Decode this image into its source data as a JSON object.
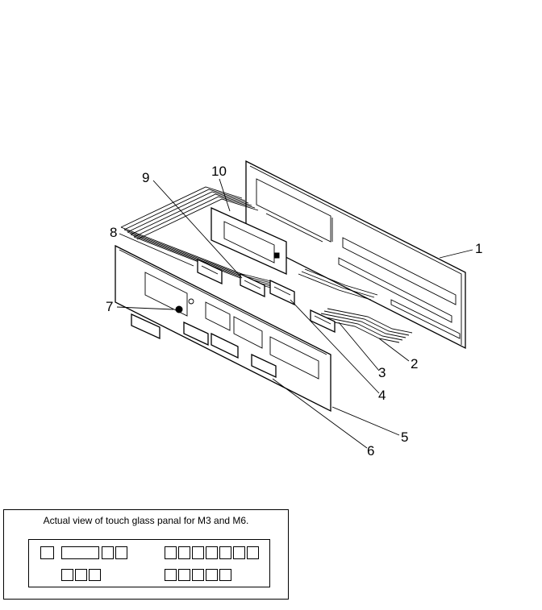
{
  "diagram": {
    "callouts": [
      {
        "id": "1",
        "label": "1"
      },
      {
        "id": "2",
        "label": "2"
      },
      {
        "id": "3",
        "label": "3"
      },
      {
        "id": "4",
        "label": "4"
      },
      {
        "id": "5",
        "label": "5"
      },
      {
        "id": "6",
        "label": "6"
      },
      {
        "id": "7",
        "label": "7"
      },
      {
        "id": "8",
        "label": "8"
      },
      {
        "id": "9",
        "label": "9"
      },
      {
        "id": "10",
        "label": "10"
      }
    ]
  },
  "inset": {
    "caption": "Actual view of touch glass panal for M3 and M6."
  }
}
